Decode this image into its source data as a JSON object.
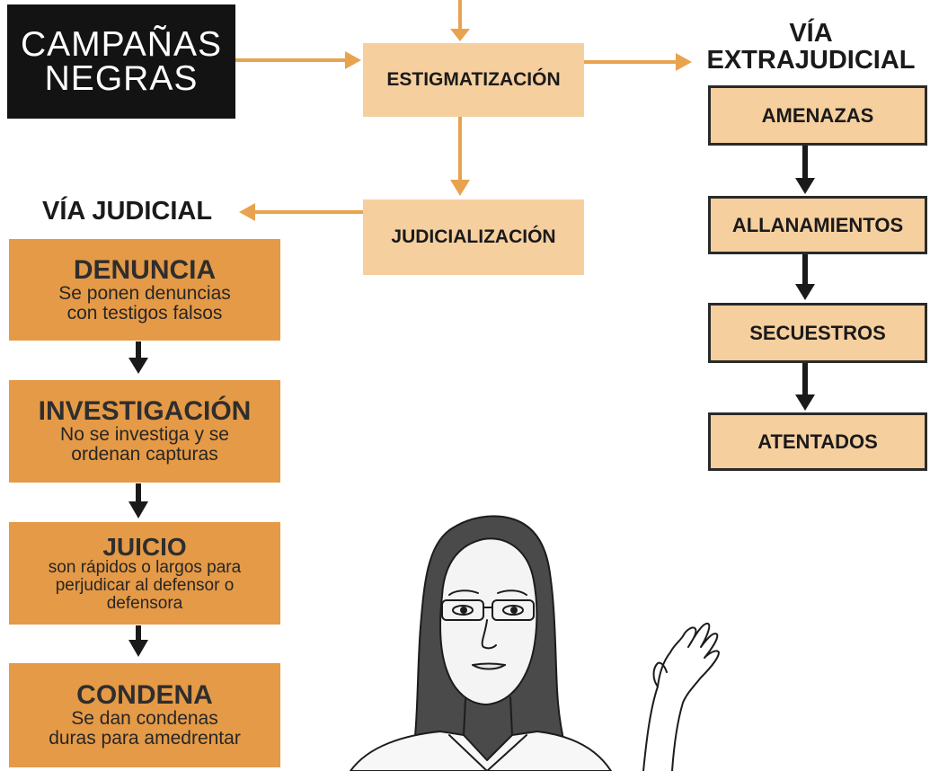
{
  "campanas": {
    "line1": "CAMPAÑAS",
    "line2": "NEGRAS"
  },
  "estigmatizacion": "ESTIGMATIZACIÓN",
  "judicializacion": "JUDICIALIZACIÓN",
  "via_extrajudicial": {
    "line1": "VÍA",
    "line2": "EXTRAJUDICIAL"
  },
  "via_judicial": "VÍA JUDICIAL",
  "extrajudicial_steps": [
    "AMENAZAS",
    "ALLANAMIENTOS",
    "SECUESTROS",
    "ATENTADOS"
  ],
  "judicial_steps": [
    {
      "title": "DENUNCIA",
      "lines": [
        "Se ponen denuncias",
        "con testigos falsos"
      ]
    },
    {
      "title": "INVESTIGACIÓN",
      "lines": [
        "No se investiga y se",
        "ordenan capturas"
      ]
    },
    {
      "title": "JUICIO",
      "lines": [
        "son rápidos o largos para",
        "perjudicar al defensor o",
        "defensora"
      ]
    },
    {
      "title": "CONDENA",
      "lines": [
        "Se dan condenas",
        "duras para amedrentar"
      ]
    }
  ],
  "colors": {
    "light_box": "#f6cf9f",
    "dark_box": "#e59a47",
    "arrow_orange": "#e8a34f",
    "arrow_black": "#1a1a1a",
    "title_box": "#131313"
  },
  "illustration": "woman-with-glasses-pointing"
}
